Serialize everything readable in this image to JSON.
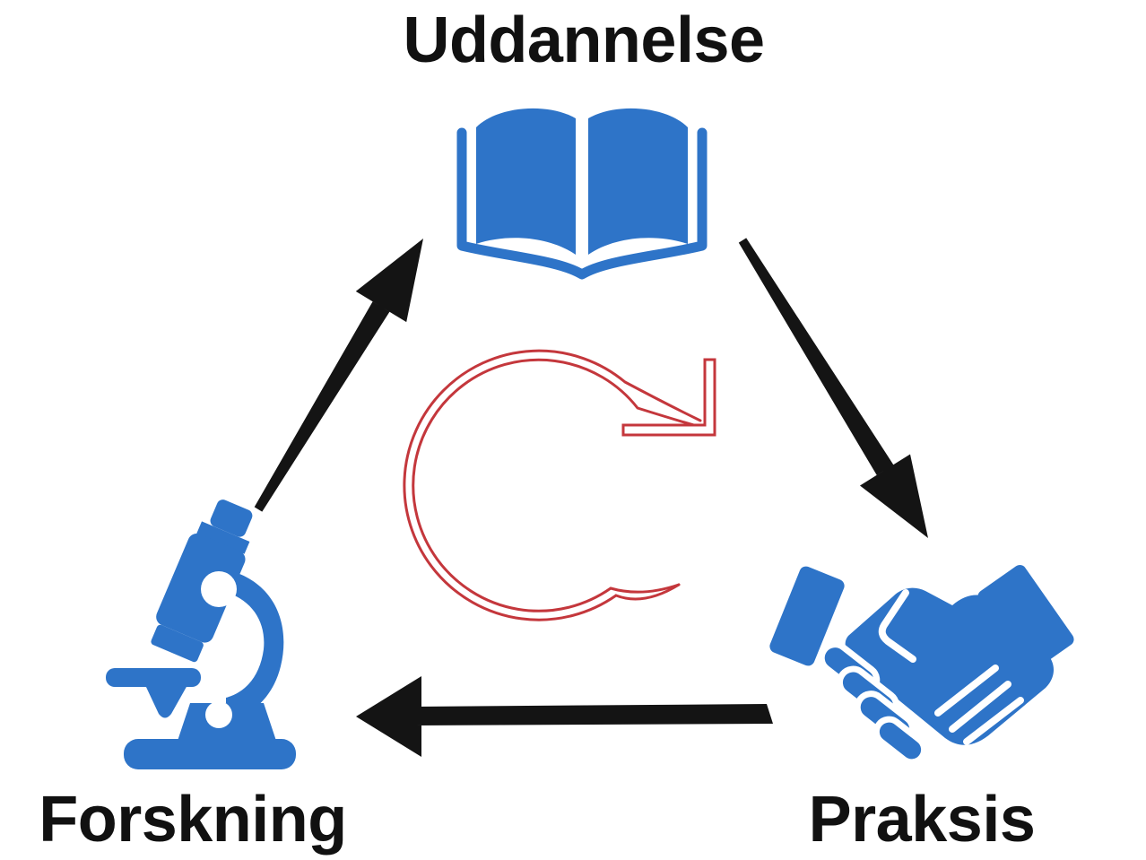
{
  "diagram": {
    "type": "cycle-diagram",
    "background": "#ffffff",
    "nodes": [
      {
        "id": "uddannelse",
        "label": "Uddannelse",
        "icon": "open-book-icon",
        "position": "top"
      },
      {
        "id": "praksis",
        "label": "Praksis",
        "icon": "handshake-icon",
        "position": "bottom-right"
      },
      {
        "id": "forskning",
        "label": "Forskning",
        "icon": "microscope-icon",
        "position": "bottom-left"
      }
    ],
    "edges": [
      {
        "from": "Uddannelse",
        "to": "Praksis",
        "style": "black-arrow"
      },
      {
        "from": "Praksis",
        "to": "Forskning",
        "style": "black-arrow"
      },
      {
        "from": "Forskning",
        "to": "Uddannelse",
        "style": "black-arrow"
      }
    ],
    "center_icon": "cycle-clockwise-arrow-icon",
    "cycle_direction": "clockwise",
    "colors": {
      "icon_blue": "#2e74c8",
      "cycle_red": "#c4373c",
      "arrow_black": "#141414",
      "text_black": "#111111"
    }
  }
}
